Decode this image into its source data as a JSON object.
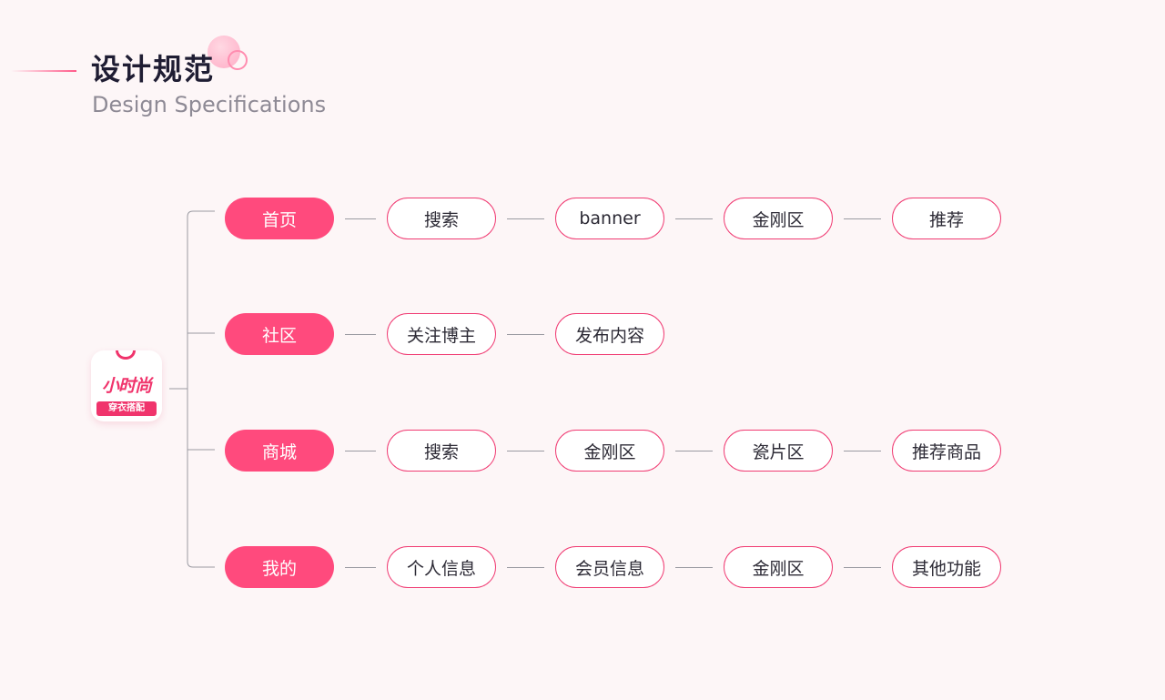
{
  "header": {
    "title": "设计规范",
    "subtitle": "Design Specifications"
  },
  "app": {
    "name": "小时尚",
    "tagline": "穿衣搭配"
  },
  "colors": {
    "primary": "#ff4a7d",
    "border": "#f03a72",
    "background": "#fdf6f7",
    "connector": "#9a9aa2",
    "title": "#1f1d33",
    "subtitle": "#8e8a95"
  },
  "rows": [
    {
      "label": "首页",
      "children": [
        "搜索",
        "banner",
        "金刚区",
        "推荐"
      ]
    },
    {
      "label": "社区",
      "children": [
        "关注博主",
        "发布内容"
      ]
    },
    {
      "label": "商城",
      "children": [
        "搜索",
        "金刚区",
        "瓷片区",
        "推荐商品"
      ]
    },
    {
      "label": "我的",
      "children": [
        "个人信息",
        "会员信息",
        "金刚区",
        "其他功能"
      ]
    }
  ]
}
